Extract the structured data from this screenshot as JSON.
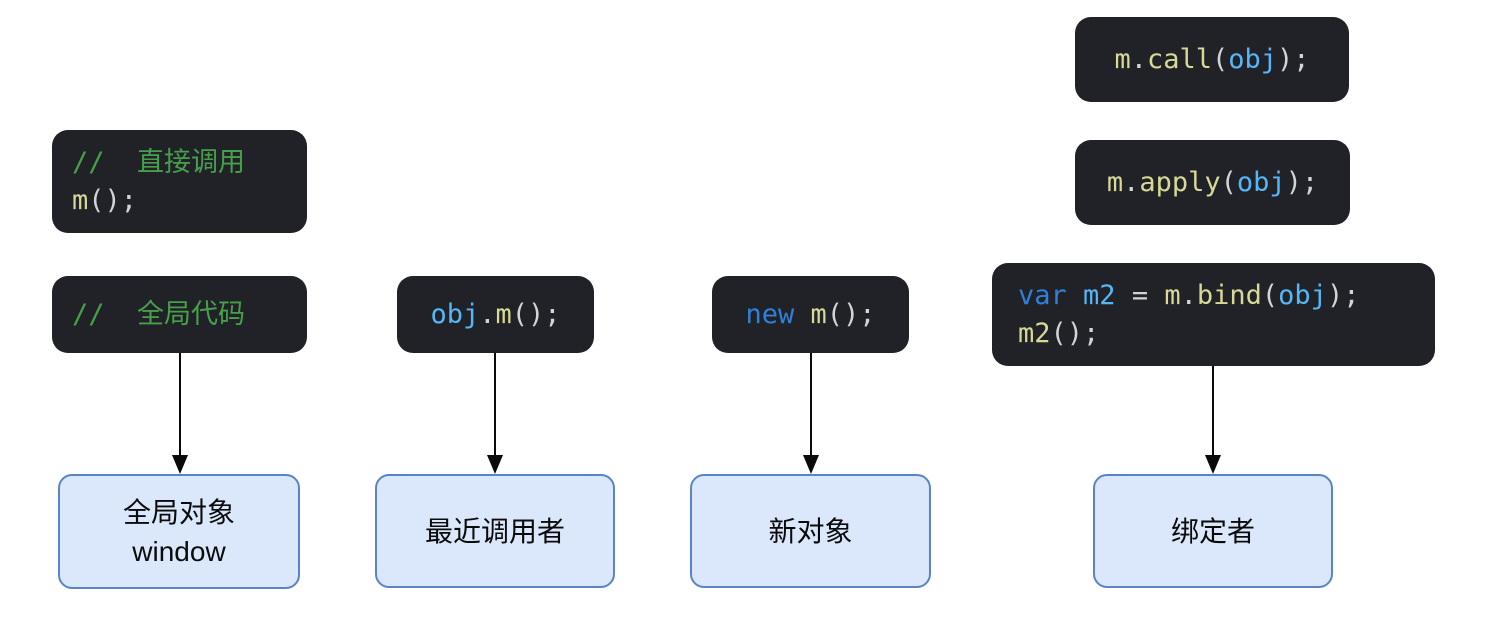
{
  "palette": {
    "code_background": "#212227",
    "comment_green": "#46a049",
    "function_yellow": "#d8d996",
    "variable_light_blue": "#55b7f8",
    "keyword_blue": "#2e81d9",
    "punctuation_gray": "#d2d4d7",
    "result_fill": "#dbe7fa",
    "result_border": "#5b84c6",
    "result_text": "#0b0b0b",
    "arrow_black": "#0a0a0a",
    "canvas_background": "#ffffff"
  },
  "code": {
    "direct": {
      "comment": "//  直接调用",
      "fn": "m",
      "punct": "();"
    },
    "global": {
      "comment": "//  全局代码"
    },
    "obj_call": {
      "obj": "obj",
      "dot": ".",
      "fn": "m",
      "punct": "();"
    },
    "new_call": {
      "kw": "new",
      "sp": " ",
      "fn": "m",
      "punct": "();"
    },
    "call": {
      "m": "m",
      "dot": ".",
      "fn": "call",
      "open": "(",
      "arg": "obj",
      "close": ");"
    },
    "apply": {
      "m": "m",
      "dot": ".",
      "fn": "apply",
      "open": "(",
      "arg": "obj",
      "close": ");"
    },
    "bind": {
      "kw": "var",
      "sp1": " ",
      "v": "m2",
      "sp2": " = ",
      "m": "m",
      "dot": ".",
      "fn": "bind",
      "open": "(",
      "arg": "obj",
      "close": ");",
      "l2fn": "m2",
      "l2punct": "();"
    }
  },
  "results": {
    "global_object": {
      "line1": "全局对象",
      "line2": "window"
    },
    "recent_caller": {
      "label": "最近调用者"
    },
    "new_object": {
      "label": "新对象"
    },
    "binder": {
      "label": "绑定者"
    }
  }
}
